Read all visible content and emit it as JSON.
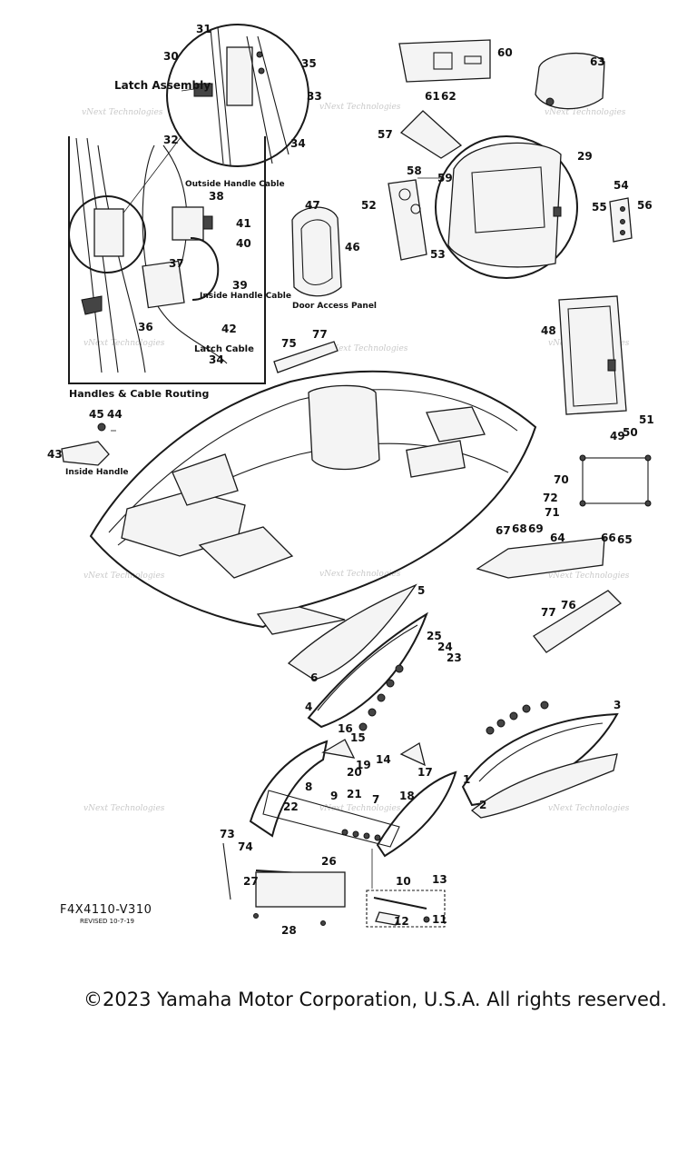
{
  "labels": {
    "latch_assembly": "Latch Assembly",
    "handles_routing": "Handles & Cable Routing",
    "outside_handle_cable": "Outside Handle Cable",
    "inside_handle_cable": "Inside Handle Cable",
    "latch_cable": "Latch Cable",
    "inside_handle": "Inside Handle",
    "door_access_panel": "Door Access Panel"
  },
  "callouts": [
    "1",
    "2",
    "3",
    "4",
    "5",
    "6",
    "7",
    "8",
    "9",
    "10",
    "11",
    "12",
    "13",
    "14",
    "15",
    "16",
    "17",
    "18",
    "19",
    "20",
    "21",
    "22",
    "23",
    "24",
    "25",
    "26",
    "27",
    "28",
    "29",
    "30",
    "31",
    "32",
    "33",
    "34",
    "35",
    "36",
    "37",
    "38",
    "39",
    "40",
    "41",
    "42",
    "43",
    "44",
    "45",
    "46",
    "47",
    "48",
    "49",
    "50",
    "51",
    "52",
    "53",
    "54",
    "55",
    "56",
    "57",
    "58",
    "59",
    "60",
    "61",
    "62",
    "63",
    "64",
    "65",
    "66",
    "67",
    "68",
    "69",
    "70",
    "71",
    "72",
    "73",
    "74",
    "75",
    "76",
    "77"
  ],
  "watermark": "vNext Technologies",
  "drawing_code": "F4X4110-V310",
  "revised": "REVISED 10-7-19",
  "copyright": "©2023 Yamaha Motor Corporation, U.S.A. All rights reserved."
}
